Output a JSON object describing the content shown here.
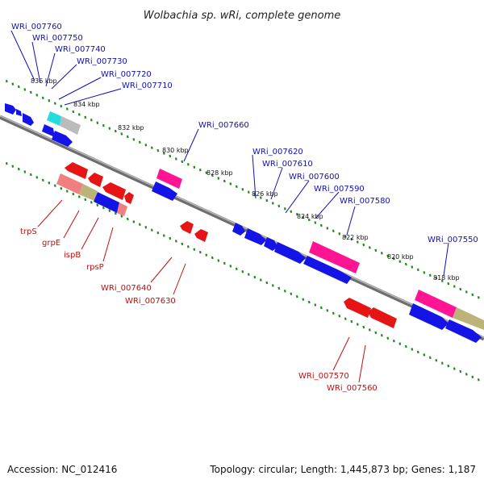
{
  "title": "Wolbachia sp. wRi, complete genome",
  "footer": {
    "accession": "Accession: NC_012416",
    "summary": "Topology: circular; Length: 1,445,873 bp; Genes: 1,187"
  },
  "colors": {
    "backbone": "#888888",
    "ticks": "#1f8a1f",
    "forward_gene": "#1414e6",
    "reverse_gene": "#e61414",
    "rrna": "#ff1493",
    "pseudo": "#bcb37a",
    "cyan": "#22dddd",
    "pink_light": "#f08080",
    "grey_gene": "#bbbbbb",
    "blue_label": "#1010b8",
    "red_label": "#c01010"
  },
  "kbp_labels": [
    "836 kbp",
    "834 kbp",
    "832 kbp",
    "830 kbp",
    "828 kbp",
    "826 kbp",
    "824 kbp",
    "822 kbp",
    "820 kbp",
    "818 kbp"
  ],
  "upper_labels": [
    "WRi_007760",
    "WRi_007750",
    "WRi_007740",
    "WRi_007730",
    "WRi_007720",
    "WRi_007710",
    "WRi_007660",
    "WRi_007620",
    "WRi_007610",
    "WRi_007600",
    "WRi_007590",
    "WRi_007580",
    "WRi_007550"
  ],
  "lower_labels": [
    "trpS",
    "grpE",
    "ispB",
    "rpsP",
    "WRi_007640",
    "WRi_007630",
    "WRi_007570",
    "WRi_007560"
  ]
}
